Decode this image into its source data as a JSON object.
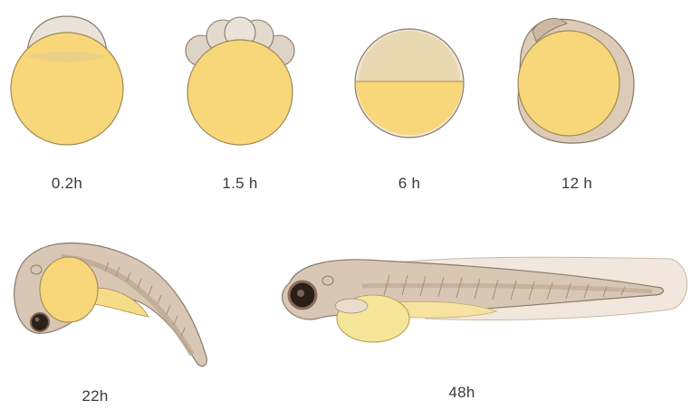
{
  "stages": [
    {
      "label": "0.2h"
    },
    {
      "label": "1.5 h"
    },
    {
      "label": "6 h"
    },
    {
      "label": "12 h"
    },
    {
      "label": "22h"
    },
    {
      "label": "48h"
    }
  ],
  "colors": {
    "yolk": "#f8d77a",
    "yolk_edge": "#9c8a55",
    "blastoderm": "#e9e2d8",
    "blastoderm_dark": "#d9cdb8",
    "tissue": "#d8c7b4",
    "tissue_light": "#eadfd3",
    "fin": "#f1e7dc",
    "outline": "#8a7a6a",
    "eye_dark": "#2b1f1a",
    "eye_ring": "#7a6454",
    "text": "#3a3a3a"
  }
}
